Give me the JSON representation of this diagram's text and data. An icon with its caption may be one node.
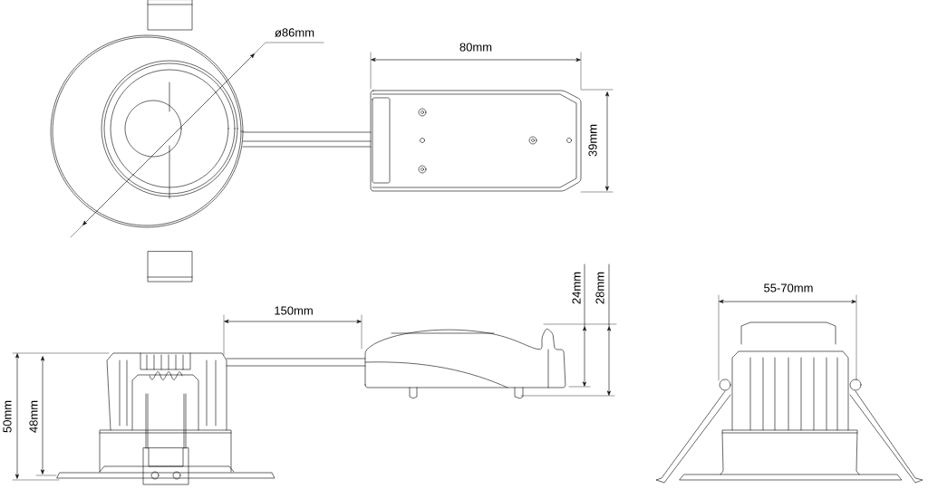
{
  "diagram": {
    "labels": [
      "ø86mm",
      "80mm",
      "39mm",
      "24mm",
      "28mm",
      "55-70mm",
      "150mm",
      "50mm",
      "48mm"
    ]
  }
}
